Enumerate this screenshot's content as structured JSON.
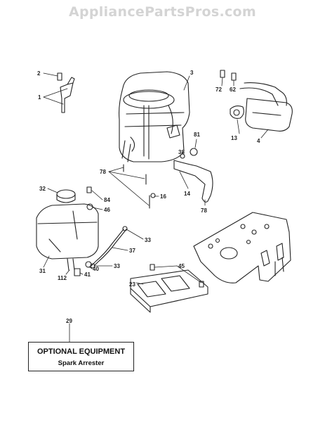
{
  "watermark": "AppliancePartsPros.com",
  "callouts": {
    "p2": "2",
    "p1": "1",
    "p3": "3",
    "p72": "72",
    "p62": "62",
    "p13": "13",
    "p4": "4",
    "p81": "81",
    "p38": "38",
    "p78a": "78",
    "p14": "14",
    "p78b": "78",
    "p16": "16",
    "p32": "32",
    "p84": "84",
    "p46": "46",
    "p33a": "33",
    "p37": "37",
    "p33b": "33",
    "p40": "40",
    "p31": "31",
    "p112": "112",
    "p41": "41",
    "p45": "45",
    "p23": "23",
    "p29": "29"
  },
  "note": {
    "title": "OPTIONAL EQUIPMENT",
    "subtitle": "Spark Arrester"
  }
}
